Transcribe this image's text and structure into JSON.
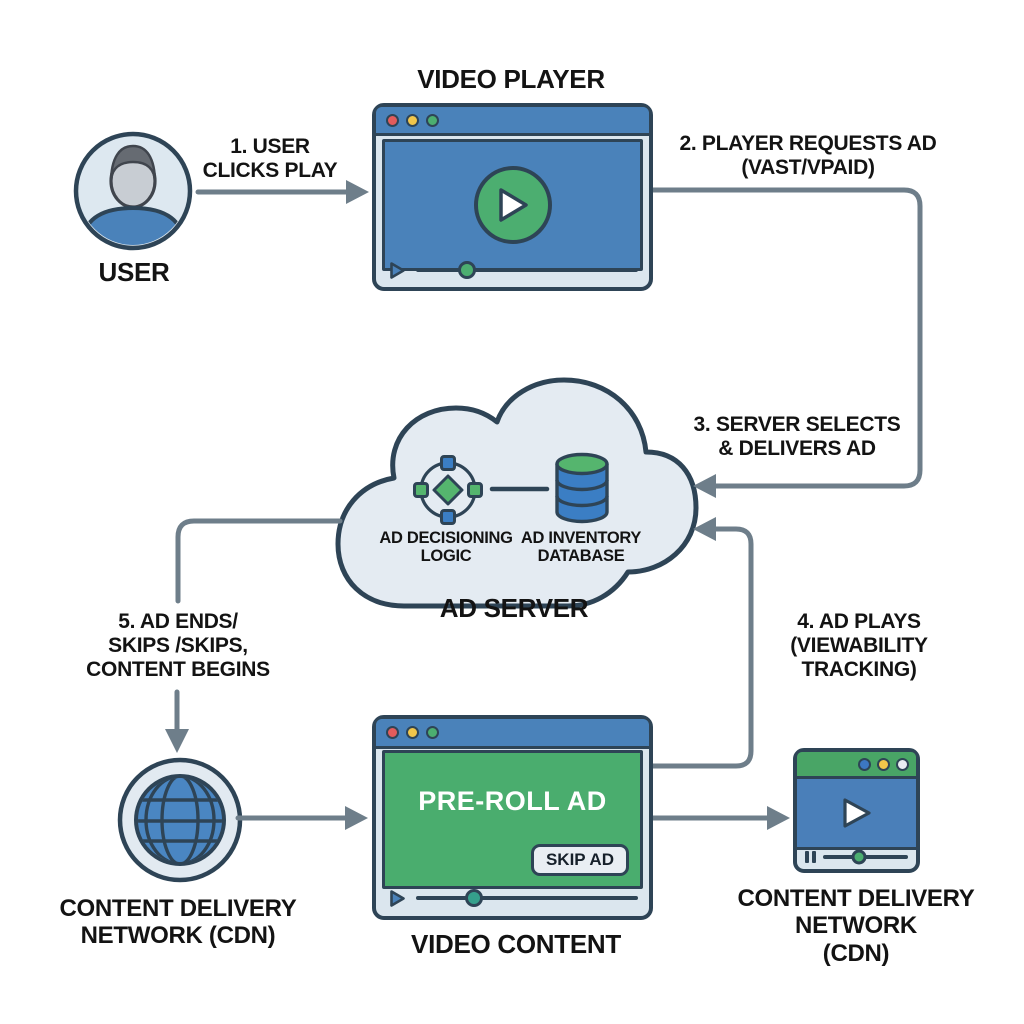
{
  "nodes": {
    "user": {
      "label": "USER"
    },
    "video_player": {
      "label": "VIDEO PLAYER"
    },
    "ad_server": {
      "label": "AD SERVER",
      "decisioning": "AD DECISIONING\nLOGIC",
      "inventory": "AD INVENTORY\nDATABASE"
    },
    "cdn_left": {
      "label": "CONTENT DELIVERY\nNETWORK (CDN)"
    },
    "video_content": {
      "label": "VIDEO CONTENT",
      "overlay": "PRE-ROLL AD",
      "skip": "SKIP AD"
    },
    "cdn_right": {
      "label": "CONTENT DELIVERY\nNETWORK\n(CDN)"
    }
  },
  "steps": {
    "s1": "1. USER\nCLICKS PLAY",
    "s2": "2. PLAYER REQUESTS AD\n(VAST/VPAID)",
    "s3": "3. SERVER SELECTS\n& DELIVERS AD",
    "s4": "4. AD PLAYS\n(VIEWABILITY\nTRACKING)",
    "s5": "5. AD ENDS/\nSKIPS /SKIPS,\nCONTENT BEGINS"
  },
  "icons": {
    "user": "person-avatar-icon",
    "video_player": "browser-window-with-play-button",
    "ad_decisioning": "node-network-icon",
    "ad_inventory": "database-cylinder-icon",
    "ad_server": "cloud-icon",
    "cdn_left": "globe-icon",
    "video_content": "browser-window-with-ad",
    "cdn_right": "mini-video-player-window"
  },
  "colors": {
    "primary_blue": "#4a82ba",
    "green": "#4cae70",
    "teal_knob": "#35a08c",
    "outline_dark": "#2e4456",
    "arrow_gray": "#6e7e8a",
    "window_chrome": "#dbe6ee",
    "cloud_fill": "#e4ebf2",
    "dot_red": "#e25c5c",
    "dot_yellow": "#f1c64b",
    "db_blue": "#3b7ec4",
    "db_green": "#55b56e",
    "mini_titlebar_green": "#49a566"
  }
}
